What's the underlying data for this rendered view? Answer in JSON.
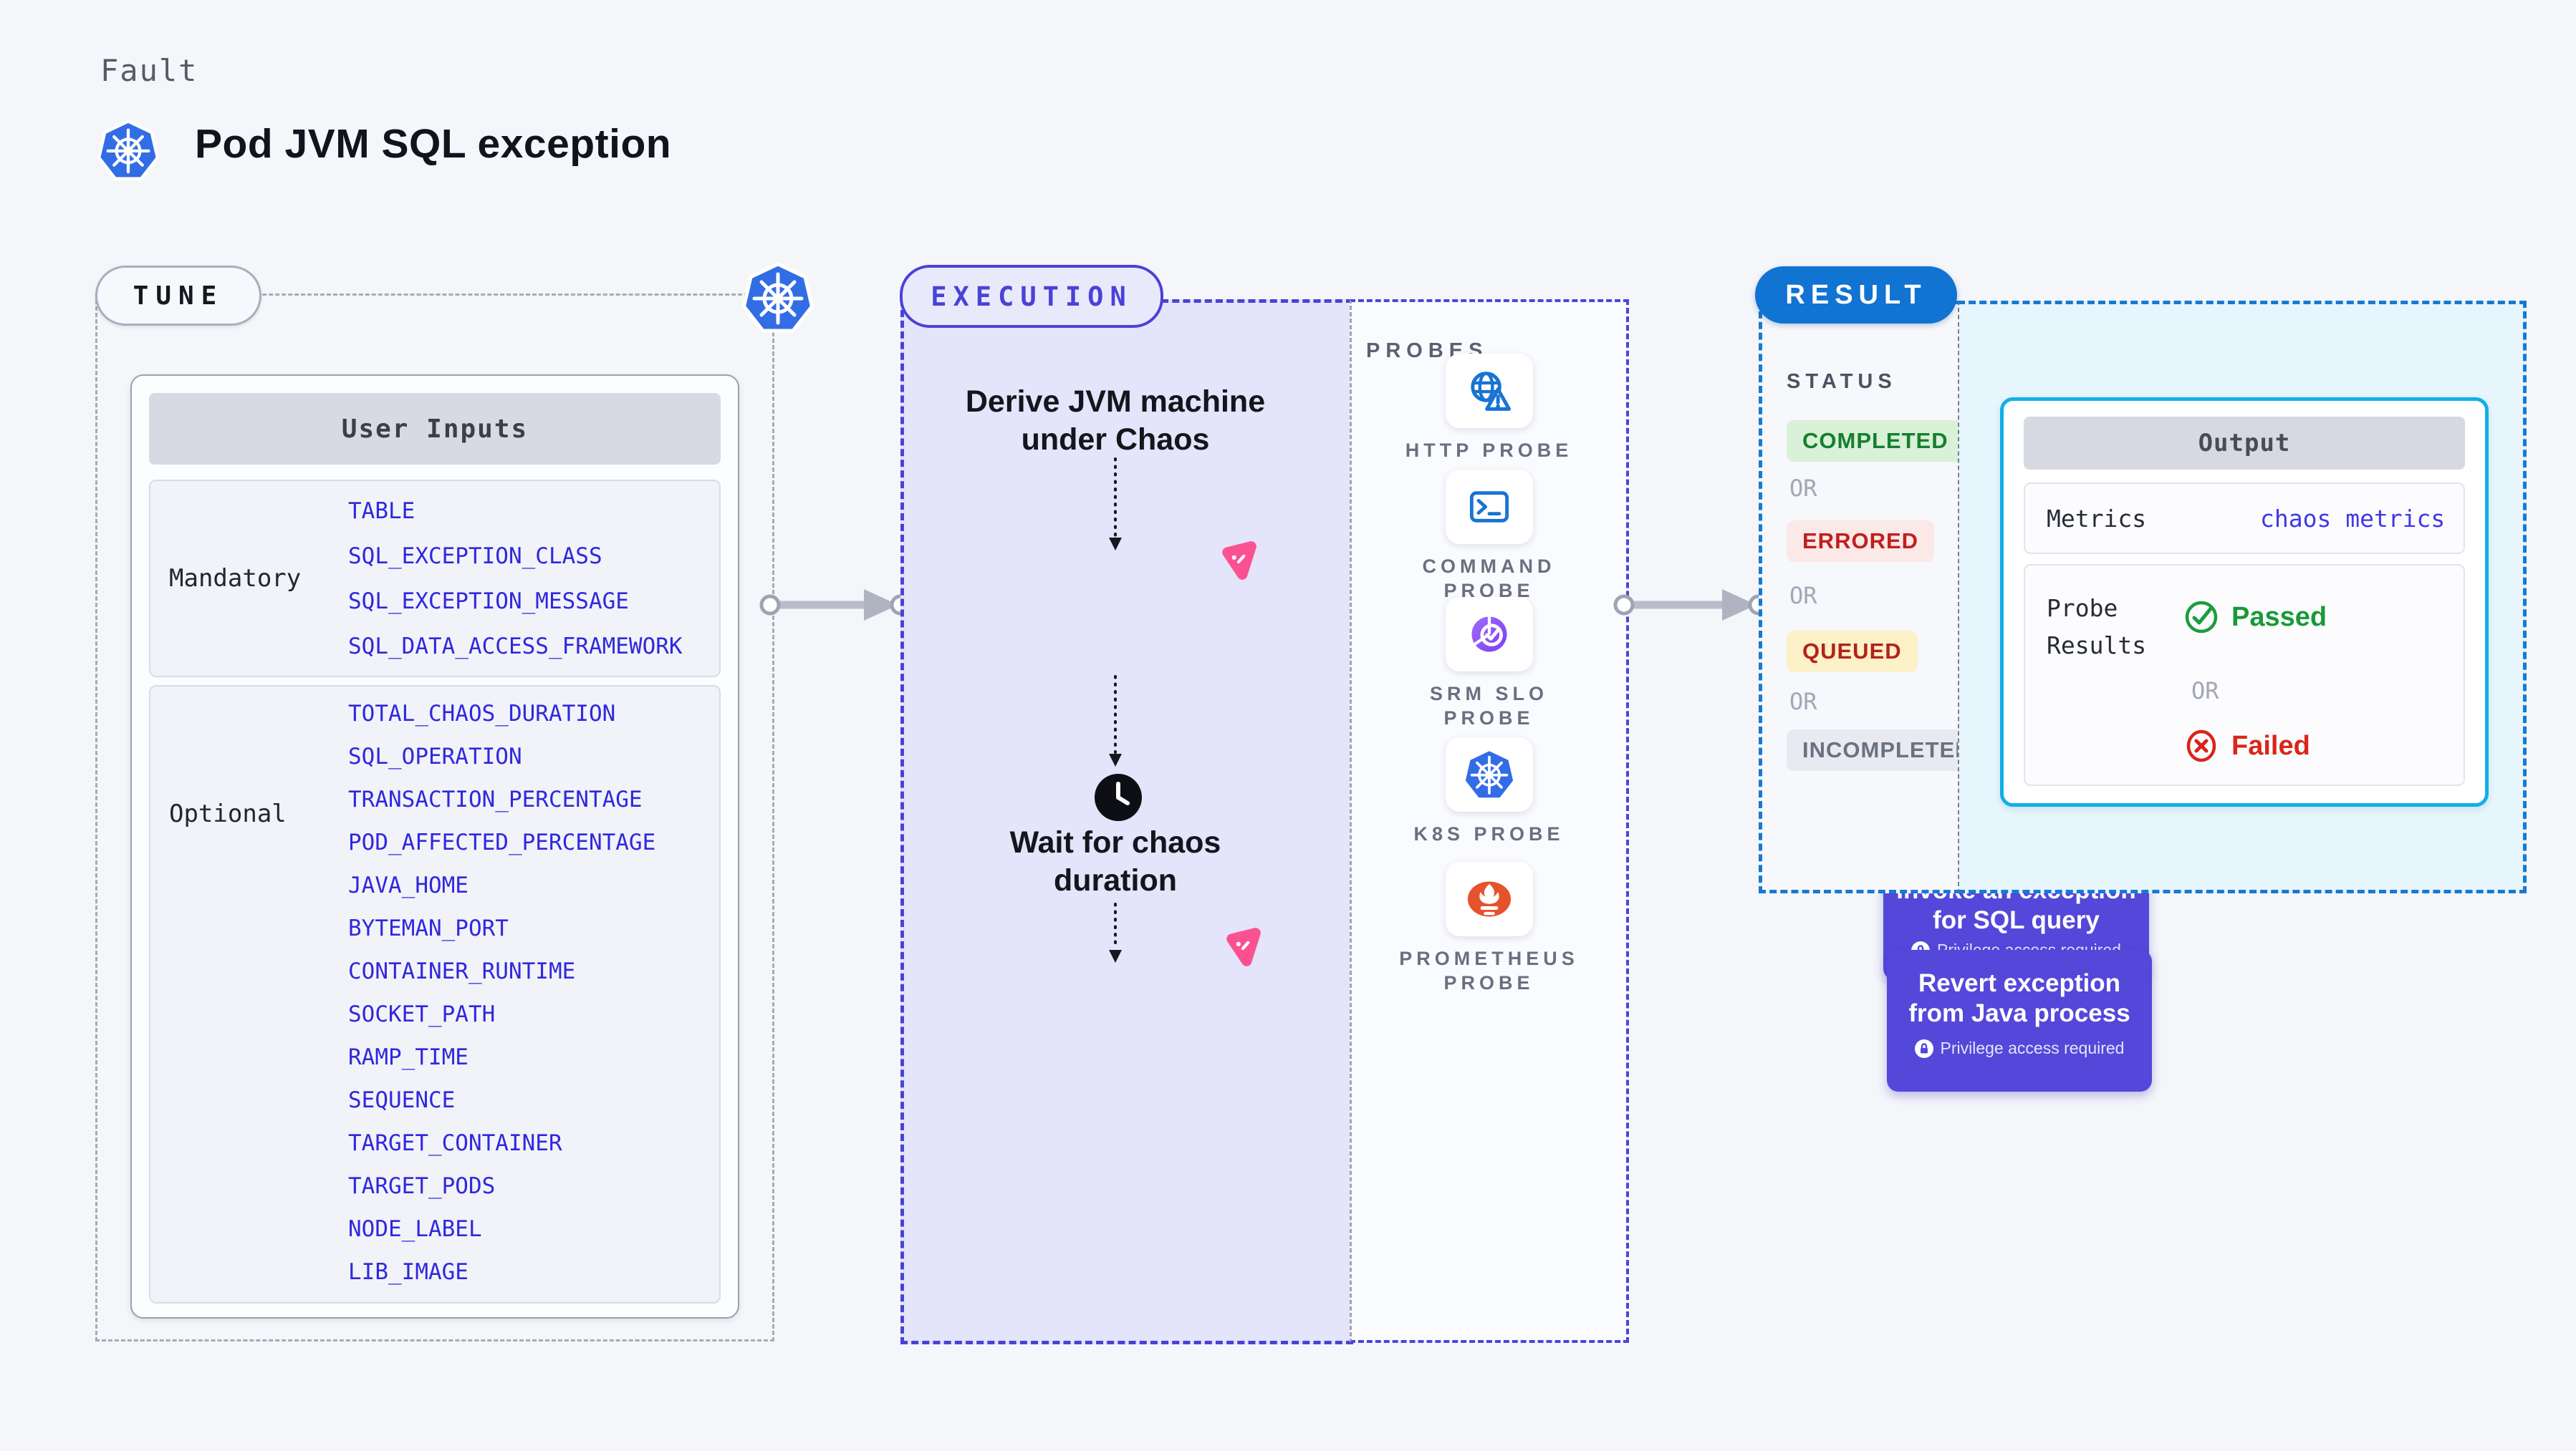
{
  "colors": {
    "page_bg": "#f5f6fa",
    "indigo_accent": "#4a42d6",
    "flow_button": "#5348d9",
    "lavender_bg": "#e4e4fa",
    "result_blue": "#1173d2",
    "cyan_panel": "#e7f5fc",
    "cyan_border": "#10b0e6",
    "param_blue": "#3028dd",
    "pink_fault": "#fb5191",
    "k8s_blue": "#326de6",
    "prometheus_orange": "#e6522c",
    "green_passed": "#189a38",
    "red_failed": "#d8261c"
  },
  "header": {
    "kicker": "Fault",
    "title": "Pod JVM SQL exception"
  },
  "tune": {
    "label": "TUNE",
    "user_inputs": {
      "title": "User Inputs",
      "mandatory": {
        "label": "Mandatory",
        "items": [
          "TABLE",
          "SQL_EXCEPTION_CLASS",
          "SQL_EXCEPTION_MESSAGE",
          "SQL_DATA_ACCESS_FRAMEWORK"
        ]
      },
      "optional": {
        "label": "Optional",
        "items": [
          "TOTAL_CHAOS_DURATION",
          "SQL_OPERATION",
          "TRANSACTION_PERCENTAGE",
          "POD_AFFECTED_PERCENTAGE",
          "JAVA_HOME",
          "BYTEMAN_PORT",
          "CONTAINER_RUNTIME",
          "SOCKET_PATH",
          "RAMP_TIME",
          "SEQUENCE",
          "TARGET_CONTAINER",
          "TARGET_PODS",
          "NODE_LABEL",
          "LIB_IMAGE"
        ]
      }
    }
  },
  "execution": {
    "label": "EXECUTION",
    "steps": {
      "derive": {
        "text": "Derive JVM machine\nunder Chaos"
      },
      "invoke": {
        "text": "Invoke an exception\nfor SQL query",
        "privilege": "Privilege access required"
      },
      "wait": {
        "text": "Wait for chaos\nduration"
      },
      "revert": {
        "text": "Revert exception\nfrom Java process",
        "privilege": "Privilege access required"
      }
    }
  },
  "probes": {
    "label": "PROBES",
    "items": [
      {
        "name": "http-probe",
        "label": "HTTP PROBE"
      },
      {
        "name": "command-probe",
        "label": "COMMAND\nPROBE"
      },
      {
        "name": "srm-slo-probe",
        "label": "SRM SLO\nPROBE"
      },
      {
        "name": "k8s-probe",
        "label": "K8S PROBE"
      },
      {
        "name": "prometheus-probe",
        "label": "PROMETHEUS\nPROBE"
      }
    ]
  },
  "result": {
    "label": "RESULT",
    "status_label": "STATUS",
    "or_label": "OR",
    "statuses": [
      {
        "label": "COMPLETED",
        "tone": "green"
      },
      {
        "label": "ERRORED",
        "tone": "red"
      },
      {
        "label": "QUEUED",
        "tone": "yellow"
      },
      {
        "label": "INCOMPLETED",
        "tone": "gray"
      }
    ],
    "output": {
      "title": "Output",
      "metrics_label": "Metrics",
      "metrics_value": "chaos metrics",
      "probe_results_label": "Probe\nResults",
      "passed_label": "Passed",
      "failed_label": "Failed"
    }
  }
}
